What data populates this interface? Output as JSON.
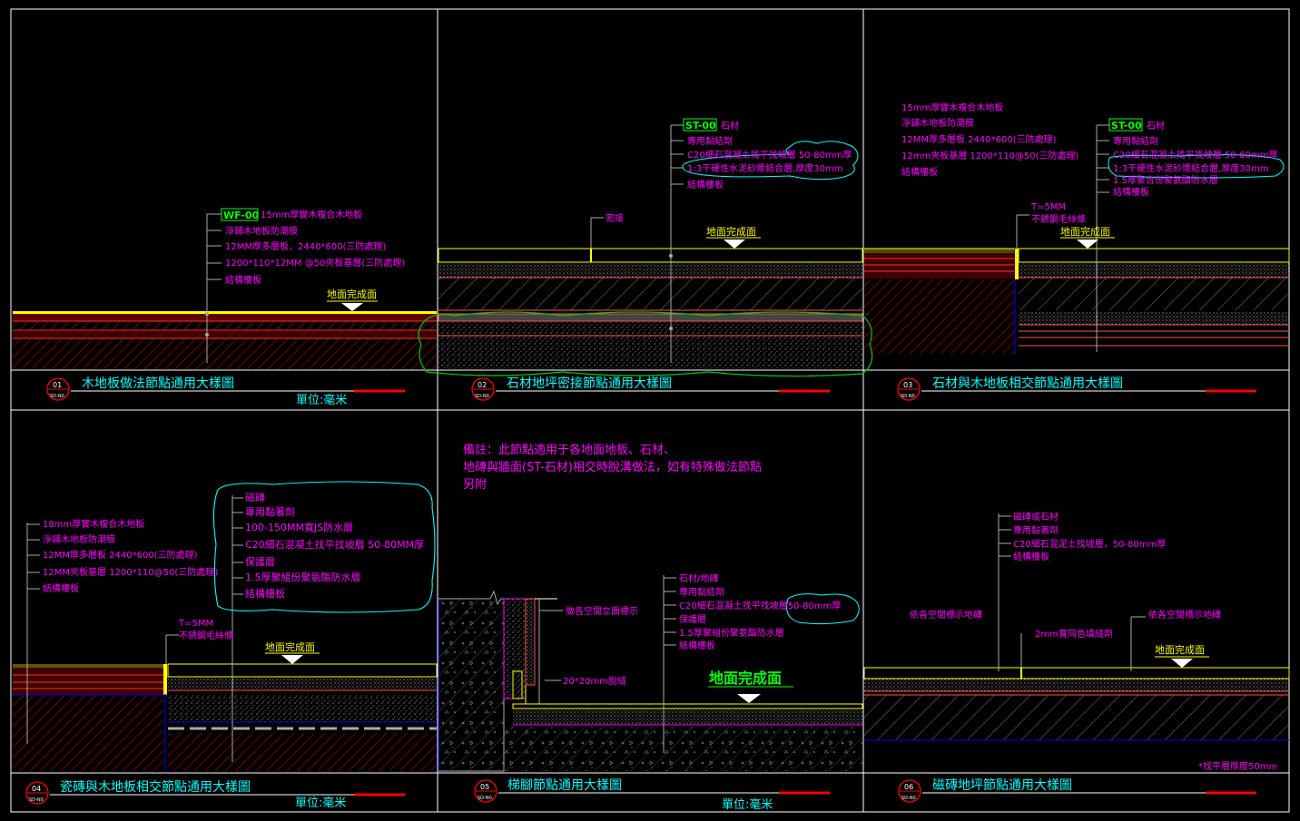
{
  "colors": {
    "frame": "#ffffff",
    "cyan": "#00ffff",
    "magenta": "#ff00ff",
    "yellow": "#ffff00",
    "green": "#00ff00",
    "red": "#ff0000",
    "darkred": "#cc0000",
    "blue": "#0000ff",
    "gray": "#aaaaaa"
  },
  "common": {
    "code": "SD-N0",
    "unit": "單位:毫米",
    "ground": "地面完成面"
  },
  "panels": [
    {
      "num": "01",
      "title": "木地板做法節點通用大樣圖",
      "tag": "WF-00",
      "labels": [
        "15mm厚實木複合木地板",
        "淨鋪木地板防潮膜",
        "12MM厚多層板，2440*600(三防處理)",
        "1200*110*12MM @50夾板基層(三防處理)",
        "結構樓板"
      ]
    },
    {
      "num": "02",
      "title": "石材地坪密接節點通用大樣圖",
      "tag": "ST-00",
      "tag_text": "石材",
      "labels": [
        "專用黏結劑",
        "C20細石混凝土找平找坡層 50-80mm厚",
        "1:3干硬性水泥砂漿結合層,厚度30mm",
        "結構樓板"
      ],
      "joint": "密接"
    },
    {
      "num": "03",
      "title": "石材與木地板相交節點通用大樣圖",
      "tag": "ST-00",
      "tag_text": "石材",
      "left_labels": [
        "15mm厚實木複合木地板",
        "淨鋪木地板防潮膜",
        "12MM厚多層板 2440*600(三防處理)",
        "12mm夾板基層 1200*110@50(三防處理)",
        "結構樓板"
      ],
      "labels": [
        "專用黏結劑",
        "C20細石混凝土找平找坡層 50-80mm厚",
        "1:3干硬性水泥砂漿結合層,厚度30mm",
        "1.5厚聚合份聚氨酯防水層",
        "結構樓板"
      ],
      "t_label": "T=5MM",
      "strip": "不銹鋼毛絲條"
    },
    {
      "num": "04",
      "title": "瓷磚與木地板相交節點通用大樣圖",
      "left_labels": [
        "18mm厚實木複合木地板",
        "淨鋪木地板防潮膜",
        "12MM厚多層板 2440*600(三防處理)",
        "12MM夾板基層 1200*110@50(三防處理)",
        "結構樓板"
      ],
      "labels": [
        "磁磚",
        "專用黏著劑",
        "100-150MM寬JS防水層",
        "C20細石混凝土找平找坡層 50-80MM厚",
        "保護層",
        "1.5厚聚組份聚氨酯防水層",
        "結構樓板"
      ],
      "t_label": "T=5MM",
      "strip": "不銹鋼毛絲條"
    },
    {
      "num": "05",
      "title": "梯腳節點通用大樣圖",
      "note": [
        "備註：此節點適用于各地面地板、石材、",
        "地磚與牆面(ST-石材)相交時脫溝做法，如有特殊做法節點",
        "另附"
      ],
      "labels": [
        "石材/地磚",
        "專用黏結劑",
        "C20細石混凝土找平找坡層50-80mm厚",
        "保護層",
        "1.5厚聚組份聚氨酯防水層",
        "結構樓板"
      ],
      "wall_label": "做各空間立面標示",
      "groove": "20*20mm脫縫"
    },
    {
      "num": "06",
      "title": "磁磚地坪節點通用大樣圖",
      "labels": [
        "磁磚或石材",
        "專用黏著劑",
        "C20細石混泥土找坡層，50-80mm厚",
        "結構樓板"
      ],
      "left_note": "依各空間標示地磚",
      "right_note": "依各空間標示地磚",
      "gap": "2mm寬同色填縫劑",
      "footnote": "*找平層厚度50mm"
    }
  ]
}
